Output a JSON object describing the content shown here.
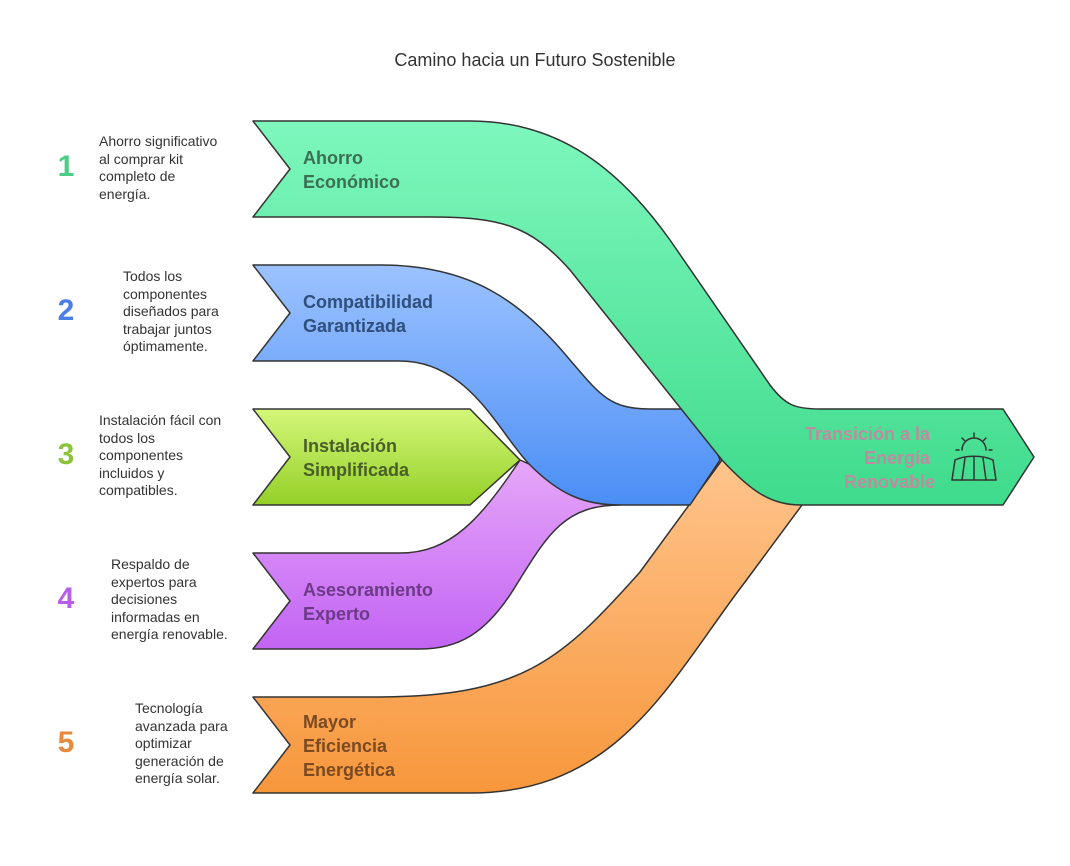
{
  "title": "Camino hacia un Futuro Sostenible",
  "items": [
    {
      "number": "1",
      "label_lines": [
        "Ahorro",
        "Económico"
      ],
      "desc_lines": [
        "Ahorro significativo",
        "al comprar kit",
        "completo de",
        "energía."
      ],
      "number_color": "#4ccd85",
      "band_top": "#7ef7bd",
      "band_bottom": "#3fdb8c",
      "label_color": "#3b6f52"
    },
    {
      "number": "2",
      "label_lines": [
        "Compatibilidad",
        "Garantizada"
      ],
      "desc_lines": [
        "Todos los",
        "componentes",
        "diseñados para",
        "trabajar juntos",
        "óptimamente."
      ],
      "number_color": "#4a7fe8",
      "band_top": "#9cc2ff",
      "band_bottom": "#4a8ef5",
      "label_color": "#2f4f7d"
    },
    {
      "number": "3",
      "label_lines": [
        "Instalación",
        "Simplificada"
      ],
      "desc_lines": [
        "Instalación fácil con",
        "todos los",
        "componentes",
        "incluidos y",
        "compatibles."
      ],
      "number_color": "#8bc43a",
      "band_top": "#d4f77a",
      "band_bottom": "#94d028",
      "label_color": "#4a5e2a"
    },
    {
      "number": "4",
      "label_lines": [
        "Asesoramiento",
        "Experto"
      ],
      "desc_lines": [
        "Respaldo de",
        "expertos para",
        "decisiones",
        "informadas en",
        "energía renovable."
      ],
      "number_color": "#b65ee8",
      "band_top": "#e6a7f8",
      "band_bottom": "#c264f4",
      "label_color": "#6c3a86"
    },
    {
      "number": "5",
      "label_lines": [
        "Mayor",
        "Eficiencia",
        "Energética"
      ],
      "desc_lines": [
        "Tecnología",
        "avanzada para",
        "optimizar",
        "generación de",
        "energía solar."
      ],
      "number_color": "#e88a3a",
      "band_top": "#ffc48c",
      "band_bottom": "#f7973c",
      "label_color": "#7a4a22"
    }
  ],
  "destination": {
    "label_lines": [
      "Transición a la",
      "Energía",
      "Renovable"
    ],
    "label_color": "#c08aa0",
    "icon": "sunrise-field-icon"
  }
}
